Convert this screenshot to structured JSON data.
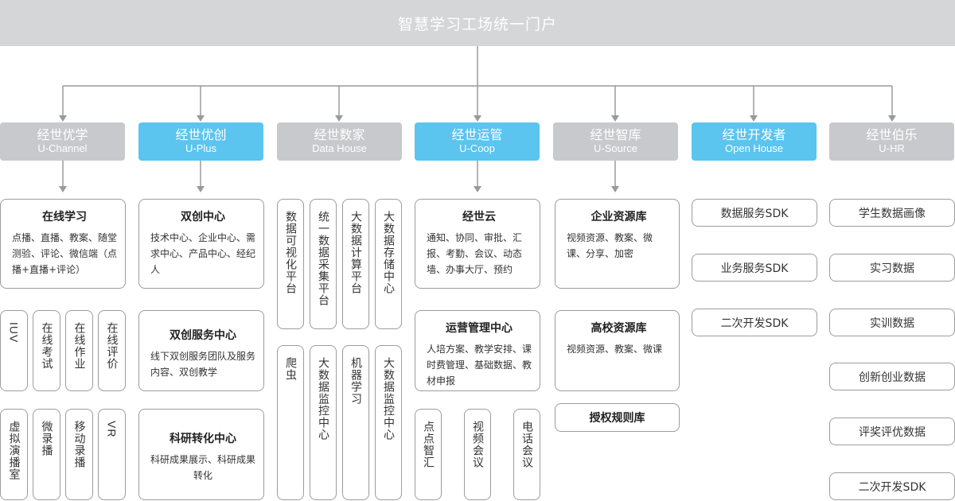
{
  "title": "智慧学习工场统一门户",
  "columns": [
    {
      "name": "经世优学",
      "sub": "U-Channel",
      "accent": false,
      "card": {
        "title": "在线学习",
        "text": "点播、直播、教案、随堂测验、评论、微信端（点播+直播+评论）"
      },
      "row1": [
        "IUV",
        "在线考试",
        "在线作业",
        "在线评价"
      ],
      "row2": [
        "虚拟演播室",
        "微录播",
        "移动录播",
        "VR"
      ]
    },
    {
      "name": "经世优创",
      "sub": "U-Plus",
      "accent": true,
      "cards": [
        {
          "title": "双创中心",
          "text": "技术中心、企业中心、需求中心、产品中心、经纪人"
        },
        {
          "title": "双创服务中心",
          "text": "线下双创服务团队及服务内容、双创教学"
        },
        {
          "title": "科研转化中心",
          "text": "科研成果展示、科研成果转化"
        }
      ]
    },
    {
      "name": "经世数家",
      "sub": "Data House",
      "accent": false,
      "row1": [
        "数据可视化平台",
        "统一数据采集平台",
        "大数据计算平台",
        "大数据存储中心"
      ],
      "row2": [
        "爬虫",
        "大数据监控中心",
        "机器学习",
        "大数据监控中心"
      ]
    },
    {
      "name": "经世运管",
      "sub": "U-Coop",
      "accent": true,
      "cards": [
        {
          "title": "经世云",
          "text": "通知、协同、审批、汇报、考勤、会议、动态墙、办事大厅、预约"
        },
        {
          "title": "运营管理中心",
          "text": "人培方案、教学安排、课时费管理、基础数据、教材申报"
        }
      ],
      "row": [
        "点点智汇",
        "视频会议",
        "电话会议"
      ]
    },
    {
      "name": "经世智库",
      "sub": "U-Source",
      "accent": false,
      "cards": [
        {
          "title": "企业资源库",
          "text": "视频资源、教案、微课、分享、加密"
        },
        {
          "title": "高校资源库",
          "text": "视频资源、教案、微课"
        },
        {
          "title": "授权规则库",
          "text": ""
        }
      ]
    },
    {
      "name": "经世开发者",
      "sub": "Open House",
      "accent": true,
      "items": [
        "数据服务SDK",
        "业务服务SDK",
        "二次开发SDK"
      ]
    },
    {
      "name": "经世伯乐",
      "sub": "U-HR",
      "accent": false,
      "items": [
        "学生数据画像",
        "实习数据",
        "实训数据",
        "创新创业数据",
        "评奖评优数据",
        "二次开发SDK"
      ]
    }
  ],
  "colors": {
    "header_gray": "#c8c9cc",
    "header_blue": "#5bc4ef",
    "banner": "#d5d6d8",
    "wire": "#9a9a9a",
    "border": "#9c9c9c"
  }
}
